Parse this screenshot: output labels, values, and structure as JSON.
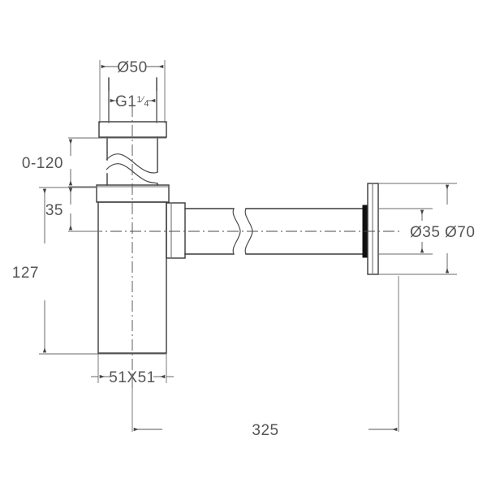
{
  "drawing": {
    "title": "Bottle trap technical dimension drawing",
    "units": "mm",
    "line_color": "#3a3a3a",
    "dim_color": "#555555",
    "background": "#ffffff",
    "dimensions": {
      "outer_diameter_top": "Ø50",
      "thread_size_prefix": "G1",
      "thread_size_numerator": "1",
      "thread_size_denominator": "4",
      "thread_size_full": "G1¼",
      "adjustable_height": "0–120",
      "inlet_offset": "35",
      "body_height": "127",
      "body_square": "51X51",
      "total_length": "325",
      "waste_pipe_diameter": "Ø35",
      "wall_flange_diameter": "Ø70"
    },
    "labels": {
      "d50": "Ø50",
      "g114": "G1¼",
      "range0_120": "0-120",
      "h35": "35",
      "h127": "127",
      "sq51": "51X51",
      "l325": "325",
      "d35": "Ø35",
      "d70": "Ø70"
    }
  }
}
